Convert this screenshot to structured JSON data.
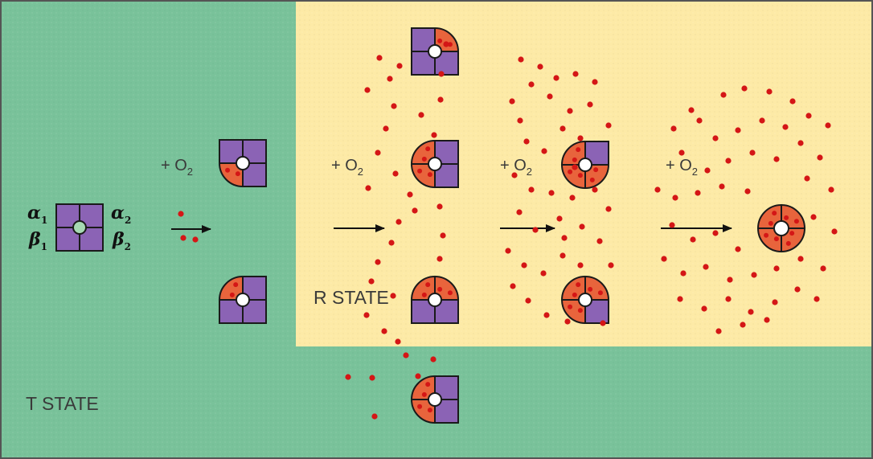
{
  "colors": {
    "t_state_bg": "#79c29a",
    "r_state_bg": "#fdeaa6",
    "deoxy_subunit": "#8b63b5",
    "oxy_subunit": "#e8643c",
    "oxygen_dot": "#d41616",
    "outline": "#1a1a1a"
  },
  "labels": {
    "t_state": "T STATE",
    "r_state": "R STATE",
    "o2_prefix": "+ O",
    "o2_subscript": "2"
  },
  "subunits": {
    "alpha1": "α",
    "alpha1_sub": "1",
    "alpha2": "α",
    "alpha2_sub": "2",
    "beta1": "β",
    "beta1_sub": "1",
    "beta2": "β",
    "beta2_sub": "2"
  },
  "stages": [
    {
      "name": "deoxy",
      "bound_oxygen": 0
    },
    {
      "name": "one-oxygen-bound",
      "bound_oxygen": 1
    },
    {
      "name": "two-oxygen-bound",
      "bound_oxygen": 2
    },
    {
      "name": "three-oxygen-bound",
      "bound_oxygen": 3
    },
    {
      "name": "fully-oxygenated",
      "bound_oxygen": 4
    }
  ]
}
